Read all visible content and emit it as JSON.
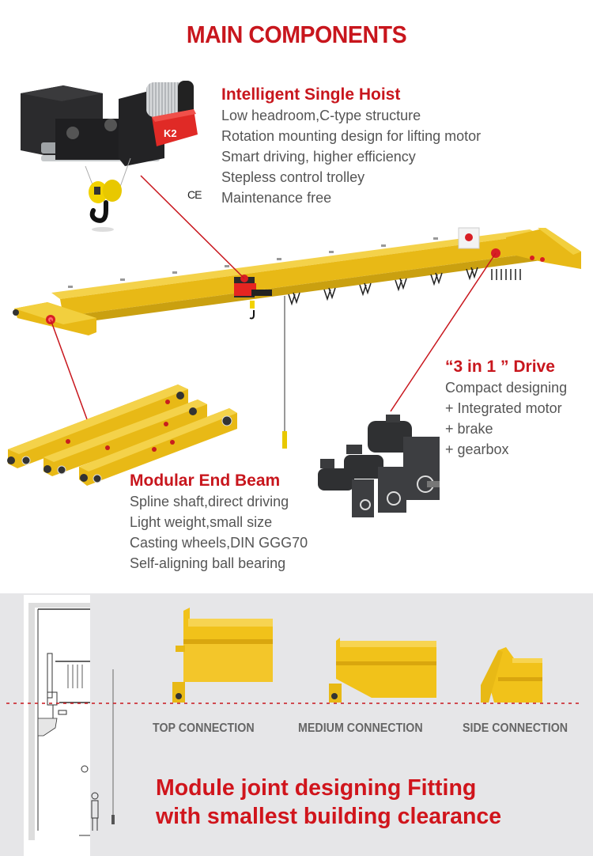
{
  "page_title": "MAIN COMPONENTS",
  "colors": {
    "accent_red": "#c8161d",
    "body_text": "#555555",
    "crane_yellow": "#f3c21a",
    "panel_gray": "#e6e6e8",
    "motor_dark": "#3a3b3d"
  },
  "components": {
    "hoist": {
      "heading": "Intelligent Single Hoist",
      "features": [
        "Low headroom,C-type structure",
        "Rotation mounting design for lifting motor",
        "Smart driving, higher efficiency",
        "Stepless control trolley",
        "Maintenance free"
      ],
      "badge": "K2",
      "certification": "CE"
    },
    "drive": {
      "heading": "“3 in 1 ” Drive",
      "features": [
        "Compact designing",
        "+ Integrated motor",
        "+ brake",
        "+ gearbox"
      ]
    },
    "end_beam": {
      "heading": "Modular End Beam",
      "features": [
        "Spline shaft,direct driving",
        "Light weight,small size",
        "Casting wheels,DIN GGG70",
        "Self-aligning ball bearing"
      ]
    }
  },
  "connections": {
    "labels": [
      "TOP CONNECTION",
      "MEDIUM CONNECTION",
      "SIDE CONNECTION"
    ]
  },
  "slogan": {
    "line1": "Module joint designing Fitting",
    "line2": "with smallest building clearance"
  }
}
